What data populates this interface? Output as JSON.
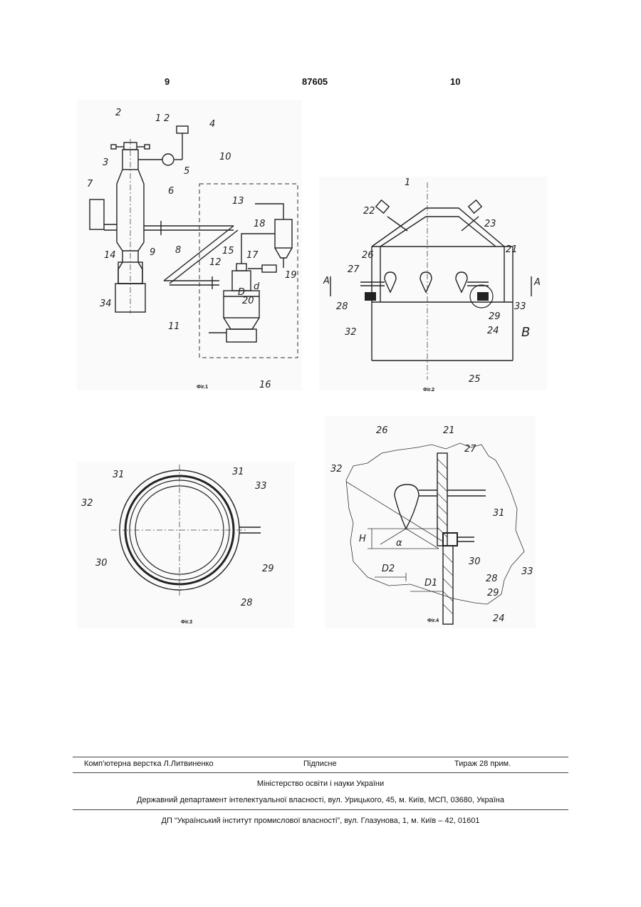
{
  "header": {
    "page_left": "9",
    "patent_number": "87605",
    "page_right": "10"
  },
  "figures": {
    "fig1": {
      "caption": "Фіг.1",
      "labels": [
        "1",
        "2",
        "2",
        "3",
        "4",
        "5",
        "6",
        "7",
        "8",
        "9",
        "10",
        "11",
        "12",
        "13",
        "14",
        "15",
        "16",
        "17",
        "18",
        "19",
        "20",
        "34",
        "D",
        "d"
      ]
    },
    "fig2": {
      "caption": "Фіг.2",
      "labels": [
        "1",
        "22",
        "23",
        "21",
        "26",
        "27",
        "A",
        "A",
        "28",
        "32",
        "24",
        "29",
        "33",
        "B",
        "25"
      ]
    },
    "fig3": {
      "caption": "Фіг.3",
      "labels": [
        "31",
        "31",
        "33",
        "32",
        "30",
        "29",
        "28"
      ]
    },
    "fig4": {
      "caption": "Фіг.4",
      "labels": [
        "26",
        "21",
        "27",
        "32",
        "31",
        "H",
        "α",
        "30",
        "28",
        "33",
        "D2",
        "D1",
        "29",
        "24"
      ]
    }
  },
  "footer": {
    "typesetting": "Комп’ютерна верстка Л.Литвиненко",
    "subscription": "Підписне",
    "circulation": "Тираж 28 прим.",
    "ministry": "Міністерство освіти і науки України",
    "department": "Державний департамент інтелектуальної власності, вул. Урицького, 45, м. Київ, МСП, 03680, Україна",
    "institute": "ДП “Український інститут промислової власності”, вул. Глазунова, 1, м. Київ – 42, 01601"
  }
}
